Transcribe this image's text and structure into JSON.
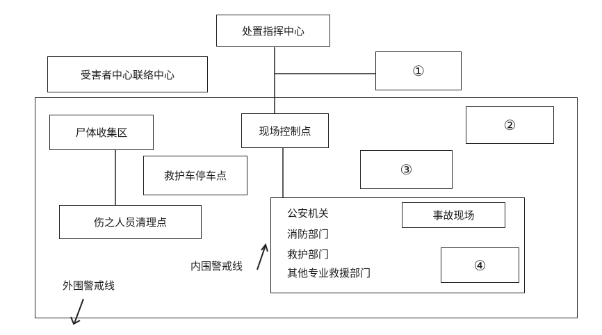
{
  "command_center": "处置指挥中心",
  "victim_center": "受害者中心联络中心",
  "marker_1": "①",
  "marker_2": "②",
  "marker_3": "③",
  "marker_4": "④",
  "morgue": "尸体收集区",
  "field_control": "现场控制点",
  "ambulance_stop": "救护车停车点",
  "casualty_clearing": "伤之人员清理点",
  "accident_scene": "事故现场",
  "inner_zone_units": [
    "公安机关",
    "消防部门",
    "救护部门",
    "其他专业救援部门"
  ],
  "inner_cordon": "内围警戒线",
  "outer_cordon": "外围警戒线"
}
